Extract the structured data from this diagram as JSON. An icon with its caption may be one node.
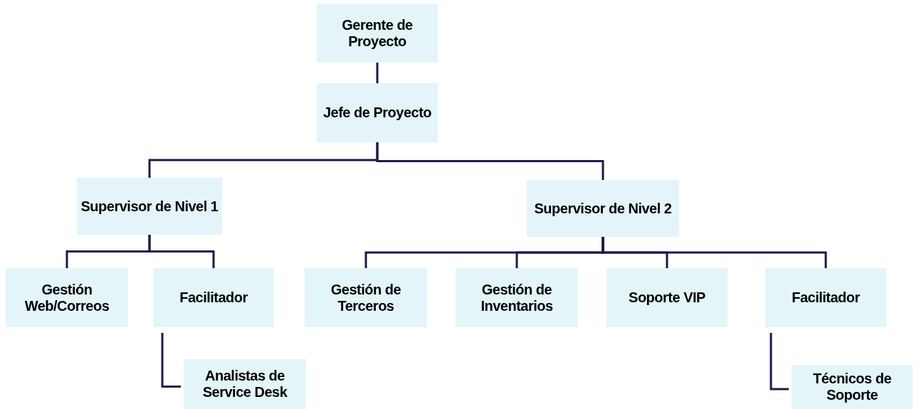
{
  "diagram": {
    "nodes": [
      {
        "text": [
          "Gerente de Proyecto"
        ]
      },
      {
        "text": [
          "Jefe de Proyecto"
        ]
      },
      {
        "text": [
          "Supervisor de Nivel 1"
        ]
      },
      {
        "text": [
          "Supervisor de Nivel 2"
        ]
      },
      {
        "text": [
          "Gestión Web/Correos"
        ]
      },
      {
        "text": [
          "Facilitador"
        ]
      },
      {
        "text": [
          "Gestión de Terceros"
        ]
      },
      {
        "text": [
          "Gestión de Inventarios"
        ]
      },
      {
        "text": [
          "Soporte VIP"
        ]
      },
      {
        "text": [
          "Facilitador"
        ]
      },
      {
        "text": [
          "Analistas de Service Desk"
        ]
      },
      {
        "text": [
          "Técnicos de Soporte"
        ]
      }
    ],
    "edges": [
      {
        "from": 0,
        "to": 1,
        "arrow": "none"
      },
      {
        "from": 1,
        "to": 2,
        "arrow": "none"
      },
      {
        "from": 1,
        "to": 3,
        "arrow": "none"
      },
      {
        "from": 2,
        "to": 4,
        "arrow": "none"
      },
      {
        "from": 2,
        "to": 5,
        "arrow": "none"
      },
      {
        "from": 3,
        "to": 6,
        "arrow": "none"
      },
      {
        "from": 3,
        "to": 7,
        "arrow": "none"
      },
      {
        "from": 3,
        "to": 8,
        "arrow": "none"
      },
      {
        "from": 3,
        "to": 9,
        "arrow": "none"
      },
      {
        "from": 5,
        "to": 10,
        "arrow": "none"
      },
      {
        "from": 9,
        "to": 11,
        "arrow": "none"
      }
    ]
  }
}
